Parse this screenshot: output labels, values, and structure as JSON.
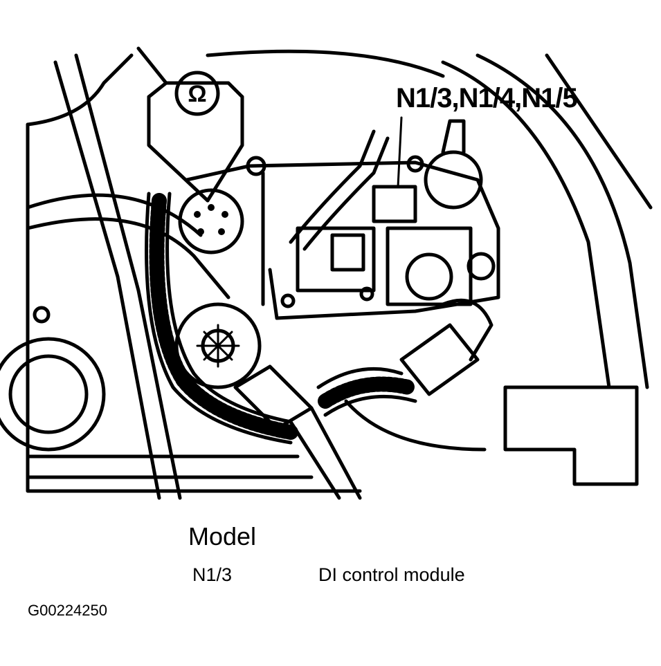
{
  "diagram": {
    "callout_label": "N1/3,N1/4,N1/5",
    "ohm_symbol": "Ω"
  },
  "legend": {
    "heading": "Model",
    "rows": [
      {
        "code": "N1/3",
        "description": "DI control module"
      }
    ]
  },
  "figure_id": "G00224250",
  "colors": {
    "line": "#000000",
    "background": "#ffffff"
  }
}
